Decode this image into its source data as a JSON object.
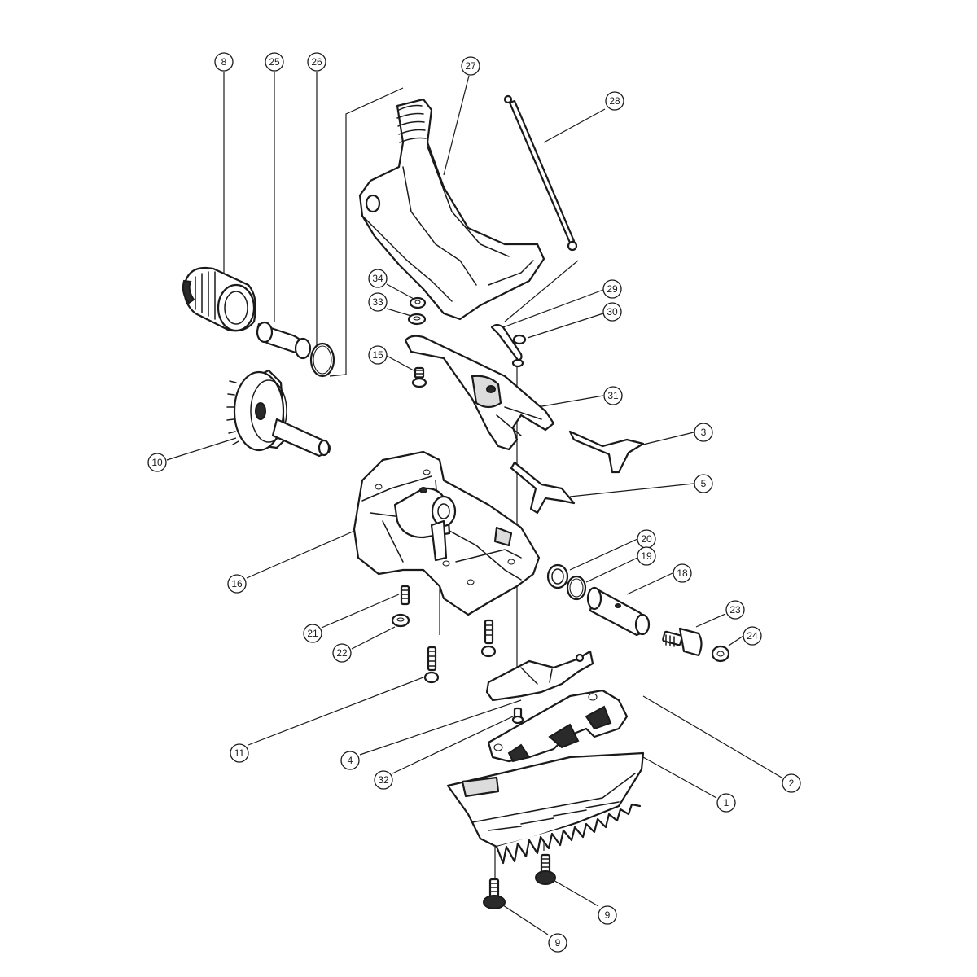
{
  "callouts": [
    {
      "id": "c8",
      "label": "8"
    },
    {
      "id": "c25",
      "label": "25"
    },
    {
      "id": "c26",
      "label": "26"
    },
    {
      "id": "c27",
      "label": "27"
    },
    {
      "id": "c28",
      "label": "28"
    },
    {
      "id": "c34",
      "label": "34"
    },
    {
      "id": "c33",
      "label": "33"
    },
    {
      "id": "c29",
      "label": "29"
    },
    {
      "id": "c30",
      "label": "30"
    },
    {
      "id": "c15",
      "label": "15"
    },
    {
      "id": "c31",
      "label": "31"
    },
    {
      "id": "c3",
      "label": "3"
    },
    {
      "id": "c10",
      "label": "10"
    },
    {
      "id": "c5",
      "label": "5"
    },
    {
      "id": "c20",
      "label": "20"
    },
    {
      "id": "c19",
      "label": "19"
    },
    {
      "id": "c18",
      "label": "18"
    },
    {
      "id": "c16",
      "label": "16"
    },
    {
      "id": "c23",
      "label": "23"
    },
    {
      "id": "c24",
      "label": "24"
    },
    {
      "id": "c21",
      "label": "21"
    },
    {
      "id": "c22",
      "label": "22"
    },
    {
      "id": "c11",
      "label": "11"
    },
    {
      "id": "c4",
      "label": "4"
    },
    {
      "id": "c32",
      "label": "32"
    },
    {
      "id": "c2",
      "label": "2"
    },
    {
      "id": "c1",
      "label": "1"
    },
    {
      "id": "c9a",
      "label": "9"
    },
    {
      "id": "c9b",
      "label": "9"
    }
  ]
}
